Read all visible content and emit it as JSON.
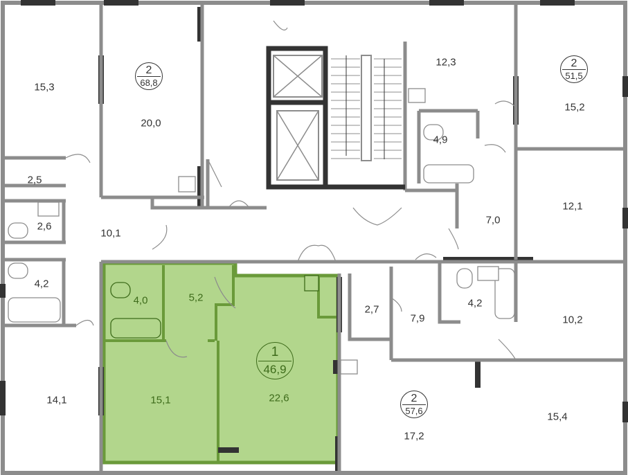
{
  "colors": {
    "selected_fill": "#b2d68c",
    "selected_wall": "#6a9a3a",
    "selected_text": "#3d6b1a",
    "wall": "#8c8c8c",
    "wall_dark": "#333333"
  },
  "apartments": [
    {
      "id": "apt-left-top",
      "rooms": "2",
      "area": "68,8"
    },
    {
      "id": "apt-right-top",
      "rooms": "2",
      "area": "51,5"
    },
    {
      "id": "apt-selected",
      "rooms": "1",
      "area": "46,9"
    },
    {
      "id": "apt-right-bottom",
      "rooms": "2",
      "area": "57,6"
    }
  ],
  "rooms": [
    "15,3",
    "20,0",
    "2,5",
    "2,6",
    "10,1",
    "4,2",
    "14,1",
    "4,0",
    "5,2",
    "15,1",
    "22,6",
    "2,7",
    "7,9",
    "4,2",
    "10,2",
    "17,2",
    "15,4",
    "12,3",
    "15,2",
    "4,9",
    "7,0",
    "12,1"
  ]
}
